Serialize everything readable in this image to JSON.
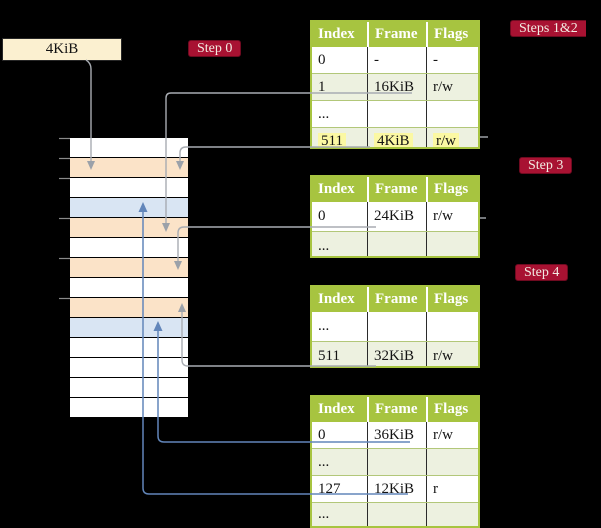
{
  "title": "Page table translation diagram",
  "frame_box": {
    "label": "4KiB"
  },
  "badges": {
    "step0": "Step 0",
    "steps12": "Steps 1&2",
    "step3": "Step 3",
    "step4": "Step 4"
  },
  "memory": {
    "row_colors": [
      "white",
      "peach",
      "white",
      "blue",
      "peach",
      "white",
      "peach",
      "white",
      "peach",
      "blue",
      "white",
      "white",
      "white",
      "white"
    ]
  },
  "tables": [
    {
      "name": "table-steps-1-2",
      "headers": [
        "Index",
        "Frame",
        "Flags"
      ],
      "rows": [
        [
          "0",
          "-",
          "-"
        ],
        [
          "1",
          "16KiB",
          "r/w"
        ],
        [
          "...",
          "",
          ""
        ],
        [
          "511",
          "4KiB",
          "r/w"
        ]
      ],
      "highlighted_row": "511"
    },
    {
      "name": "table-step-3",
      "headers": [
        "Index",
        "Frame",
        "Flags"
      ],
      "rows": [
        [
          "0",
          "24KiB",
          "r/w"
        ],
        [
          "...",
          "",
          ""
        ]
      ]
    },
    {
      "name": "table-step-4",
      "headers": [
        "Index",
        "Frame",
        "Flags"
      ],
      "rows": [
        [
          "...",
          "",
          ""
        ],
        [
          "511",
          "32KiB",
          "r/w"
        ]
      ]
    },
    {
      "name": "table-final",
      "headers": [
        "Index",
        "Frame",
        "Flags"
      ],
      "rows": [
        [
          "0",
          "36KiB",
          "r/w"
        ],
        [
          "...",
          "",
          ""
        ],
        [
          "127",
          "12KiB",
          "r"
        ],
        [
          "...",
          "",
          ""
        ]
      ]
    }
  ],
  "colors": {
    "background": "#000000",
    "frame_box_fill": "#fbf0d0",
    "memory_peach": "#fbe3c8",
    "memory_blue": "#d9e5f3",
    "table_green": "#a7c440",
    "table_row_tint": "#edf1e0",
    "highlight_yellow": "#fbf8a3",
    "badge_red": "#a81232",
    "grey_arrow": "#a8acb2",
    "blue_arrow": "#6286ba"
  }
}
